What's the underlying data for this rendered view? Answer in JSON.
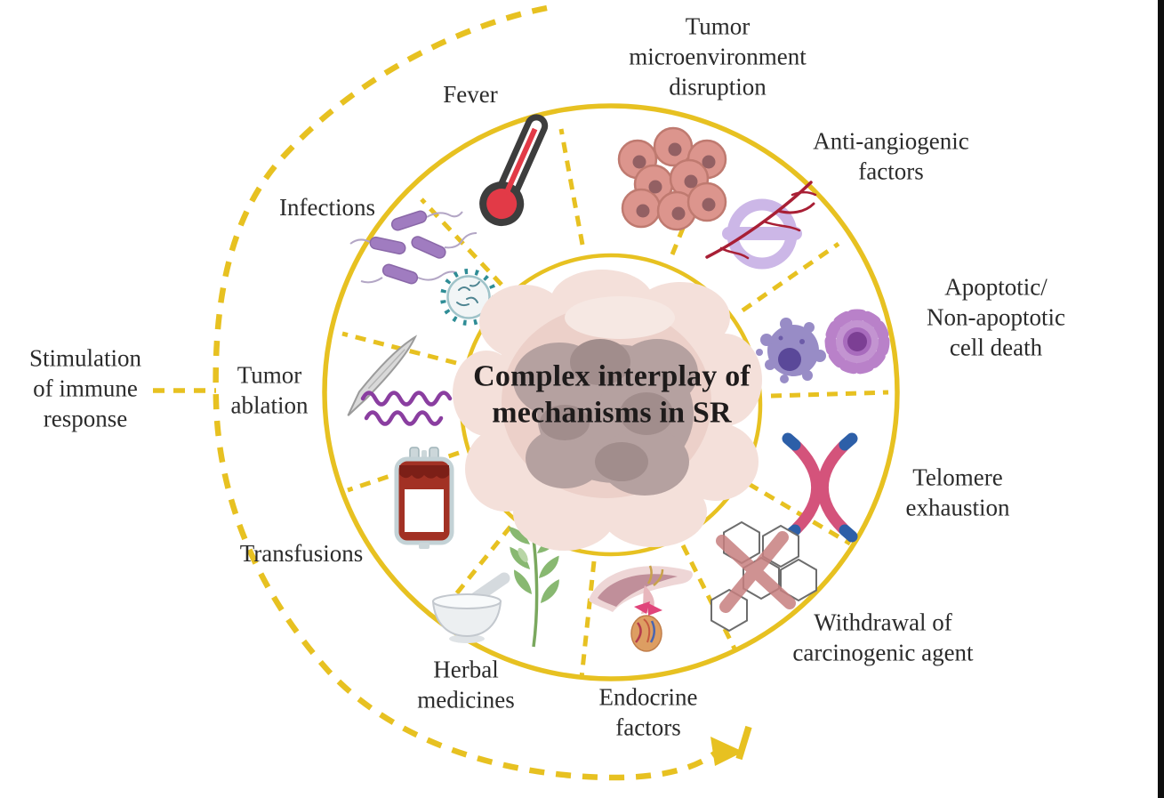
{
  "title": "Complex interplay of\nmechanisms in SR",
  "annotation": {
    "label": "Stimulation\nof immune\nresponse"
  },
  "colors": {
    "accent_yellow": "#e7c121",
    "label_text": "#2b2b2b",
    "background": "#ffffff"
  },
  "segments": [
    {
      "label": "Fever",
      "icon": "thermometer-icon"
    },
    {
      "label": "Tumor\nmicroenvironment\ndisruption",
      "icon": "tumor-cells-icon"
    },
    {
      "label": "Anti-angiogenic\nfactors",
      "icon": "blood-vessel-icon"
    },
    {
      "label": "Apoptotic/\nNon-apoptotic\ncell death",
      "icon": "apoptotic-cells-icon"
    },
    {
      "label": "Telomere\nexhaustion",
      "icon": "chromosome-icon"
    },
    {
      "label": "Withdrawal of\ncarcinogenic agent",
      "icon": "carcinogen-molecule-icon"
    },
    {
      "label": "Endocrine\nfactors",
      "icon": "endocrine-gland-icon"
    },
    {
      "label": "Herbal\nmedicines",
      "icon": "mortar-pestle-herb-icon"
    },
    {
      "label": "Transfusions",
      "icon": "blood-bag-icon"
    },
    {
      "label": "Tumor\nablation",
      "icon": "scalpel-waves-icon"
    },
    {
      "label": "Infections",
      "icon": "bacteria-virus-icon"
    }
  ]
}
